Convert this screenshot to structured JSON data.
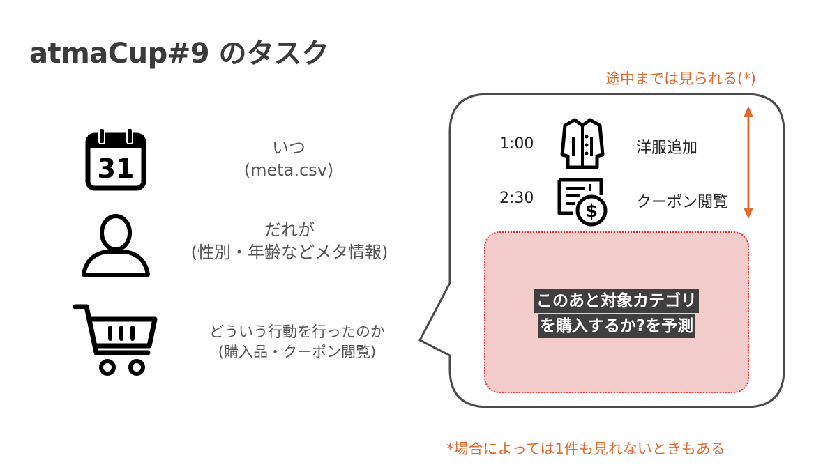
{
  "title": "atmaCup#9 のタスク",
  "rows": [
    {
      "icon": "calendar-icon",
      "icon_text": "31",
      "line1": "いつ",
      "line2": "(meta.csv)"
    },
    {
      "icon": "user-icon",
      "line1": "だれが",
      "line2": "(性別・年齢などメタ情報)"
    },
    {
      "icon": "shopping-cart-icon",
      "line1": "どういう行動を行ったのか",
      "line2": "(購入品・クーポン閲覧)"
    }
  ],
  "visible_note": "途中までは見られる(*)",
  "events": [
    {
      "time": "1:00",
      "icon": "shirt-icon",
      "label": "洋服追加"
    },
    {
      "time": "2:30",
      "icon": "coupon-icon",
      "label": "クーポン閲覧"
    }
  ],
  "prediction": {
    "line1": "このあと対象カテゴリ",
    "line2": "を購入するか?を予測"
  },
  "footnote": "*場合によっては1件も見れないときもある",
  "colors": {
    "accent": "#e0692f",
    "predict_bg": "#f4cccc",
    "predict_border": "#e63232",
    "text": "#434343"
  }
}
